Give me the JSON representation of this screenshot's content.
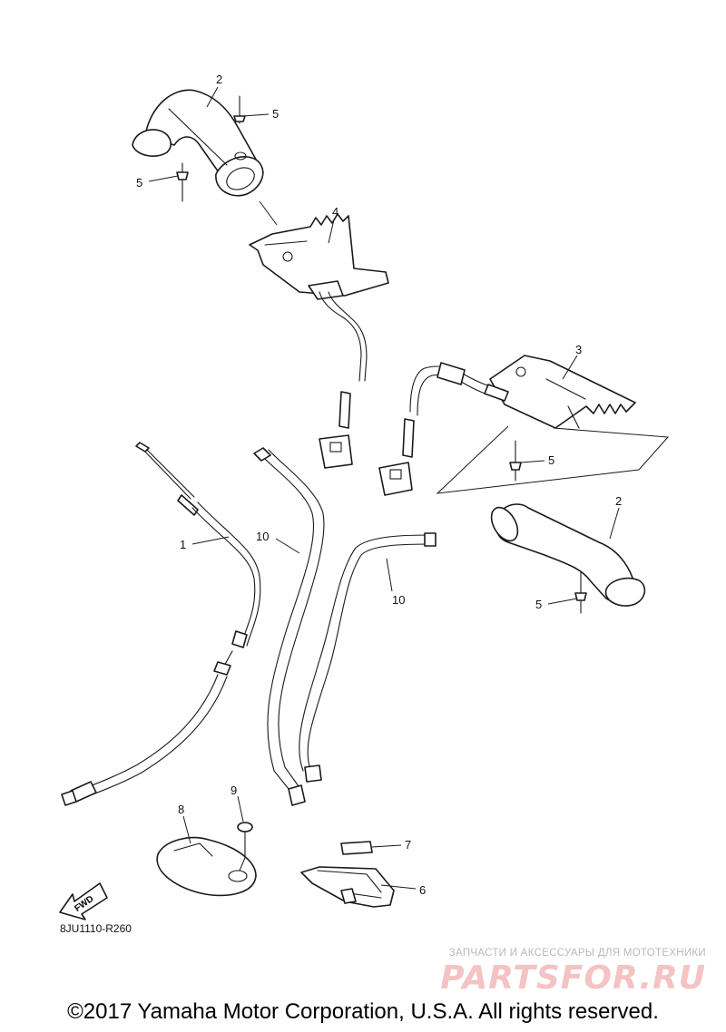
{
  "diagram": {
    "code": "8JU1110-R260",
    "fwd_label": "FWD",
    "callouts": {
      "c1": "1",
      "c2a": "2",
      "c2b": "2",
      "c3": "3",
      "c4": "4",
      "c5a": "5",
      "c5b": "5",
      "c5c": "5",
      "c5d": "5",
      "c6": "6",
      "c7": "7",
      "c8": "8",
      "c9": "9",
      "c10a": "10",
      "c10b": "10"
    }
  },
  "watermark": {
    "tagline": "ЗАПЧАСТИ И АКСЕССУАРЫ ДЛЯ МОТОТЕХНИКИ",
    "logo": "PARTSFOR.RU"
  },
  "footer": {
    "copyright": "©2017 Yamaha Motor Corporation, U.S.A. All rights reserved."
  }
}
